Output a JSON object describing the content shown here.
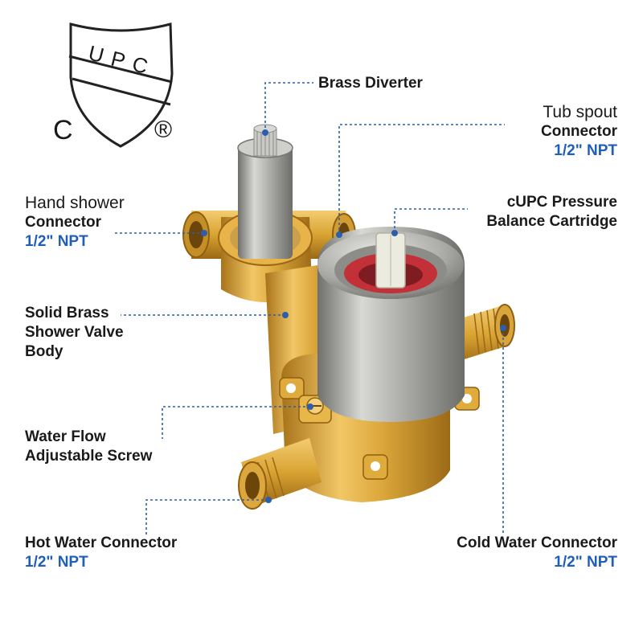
{
  "certification": {
    "shield_text": "UPC",
    "left_mark": "C",
    "right_mark": "®"
  },
  "labels": {
    "brass_diverter": {
      "line1": "Brass Diverter"
    },
    "tub_spout": {
      "line1": "Tub spout",
      "line2": "Connector",
      "spec": "1/2\" NPT"
    },
    "hand_shower": {
      "line1": "Hand shower",
      "line2": "Connector",
      "spec": "1/2\" NPT"
    },
    "cartridge": {
      "line1": "cUPC Pressure",
      "line2": "Balance Cartridge"
    },
    "valve_body": {
      "line1": "Solid Brass",
      "line2": "Shower Valve",
      "line3": "Body"
    },
    "flow_screw": {
      "line1": "Water Flow",
      "line2": "Adjustable Screw"
    },
    "hot_water": {
      "line1": "Hot Water Connector",
      "spec": "1/2\" NPT"
    },
    "cold_water": {
      "line1": "Cold Water Connector",
      "spec": "1/2\" NPT"
    }
  },
  "colors": {
    "leader": "#2b5fae",
    "spec_text": "#1f5fb5",
    "brass": "#d9a532",
    "steel": "#a7a7a4",
    "cartridge_red": "#c23038"
  }
}
